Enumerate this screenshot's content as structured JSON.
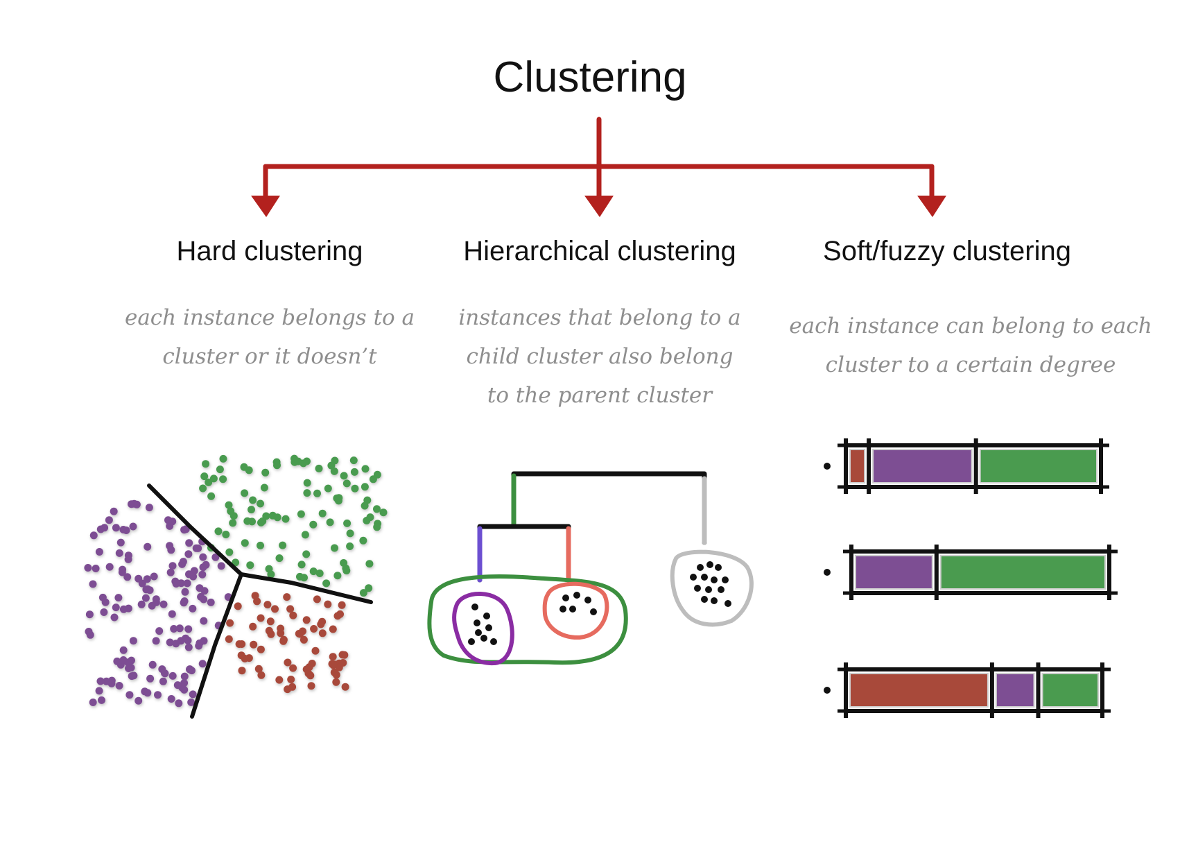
{
  "title": "Clustering",
  "branches": [
    {
      "title": "Hard clustering",
      "description": [
        "each instance belongs to a",
        "cluster or it doesn’t"
      ]
    },
    {
      "title": "Hierarchical clustering",
      "description": [
        "instances that belong to a",
        "child cluster also belong",
        "to the parent cluster"
      ]
    },
    {
      "title": "Soft/fuzzy clustering",
      "description": [
        "each instance can belong to each",
        "cluster to a certain degree"
      ]
    }
  ],
  "colors": {
    "arrow": "#b3211e",
    "purple": "#7d4e93",
    "green": "#4a9b4f",
    "red": "#a8493a",
    "salmon": "#e66b5f",
    "violet": "#8a2ca3",
    "gray": "#bdbdbd",
    "outline": "#111111"
  },
  "membership_bars": [
    {
      "segments": [
        {
          "color": "red",
          "share": 0.09
        },
        {
          "color": "purple",
          "share": 0.42
        },
        {
          "color": "green",
          "share": 0.49
        }
      ]
    },
    {
      "segments": [
        {
          "color": "purple",
          "share": 0.33
        },
        {
          "color": "green",
          "share": 0.67
        }
      ]
    },
    {
      "segments": [
        {
          "color": "red",
          "share": 0.57
        },
        {
          "color": "purple",
          "share": 0.18
        },
        {
          "color": "green",
          "share": 0.25
        }
      ]
    }
  ]
}
